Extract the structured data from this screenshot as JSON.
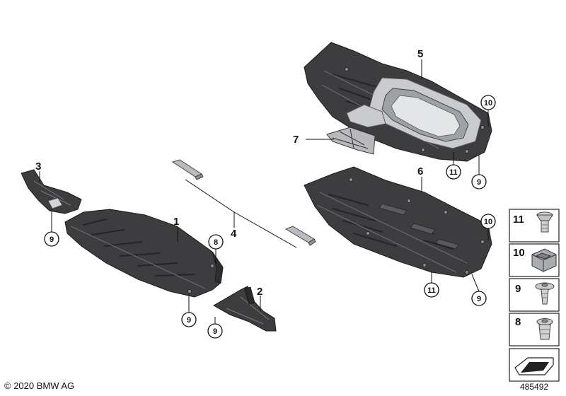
{
  "callouts": {
    "c1": "1",
    "c2": "2",
    "c3": "3",
    "c4": "4",
    "c5": "5",
    "c6": "6",
    "c7": "7"
  },
  "circled": {
    "c8_panel1": "8",
    "c9_part3": "9",
    "c9_panel1": "9",
    "c9_part2": "9",
    "c9_panel5": "9",
    "c9_panel6": "9",
    "c10_panel5": "10",
    "c10_panel6": "10",
    "c11_panel5": "11",
    "c11_panel6": "11"
  },
  "legend": [
    {
      "num": "11",
      "icon": "push-rivet-icon"
    },
    {
      "num": "10",
      "icon": "clip-nut-icon"
    },
    {
      "num": "9",
      "icon": "expanding-rivet-icon"
    },
    {
      "num": "8",
      "icon": "plastic-nut-icon"
    }
  ],
  "footer": {
    "copyright": "© 2020 BMW AG",
    "diagram_number": "485492"
  }
}
